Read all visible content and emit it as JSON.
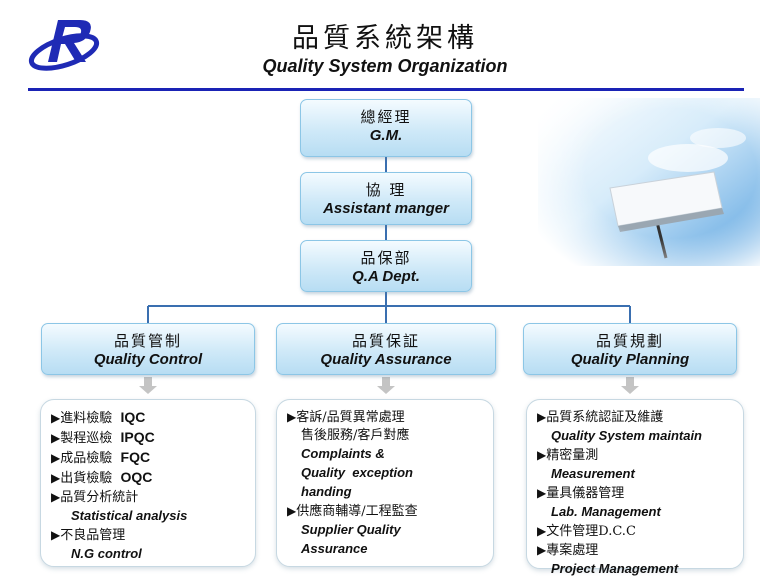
{
  "header": {
    "title_zh": "品質系統架構",
    "title_en": "Quality System Organization"
  },
  "colors": {
    "accent_blue": "#1a23b5",
    "node_border": "#8cc6e6",
    "connector": "#3a6fb0"
  },
  "nodes": {
    "gm": {
      "zh": "總經理",
      "en": "G.M."
    },
    "assistant": {
      "zh": "協 理",
      "en": "Assistant manger"
    },
    "qa_dept": {
      "zh": "品保部",
      "en": "Q.A Dept."
    },
    "qc": {
      "zh": "品質管制",
      "en": "Quality Control"
    },
    "qas": {
      "zh": "品質保証",
      "en": "Quality Assurance"
    },
    "qp": {
      "zh": "品質規劃",
      "en": "Quality Planning"
    }
  },
  "panels": {
    "qc": {
      "items": [
        {
          "marker": "▶",
          "zh": "進料檢驗",
          "en": "IQC"
        },
        {
          "marker": "▶",
          "zh": "製程巡檢",
          "en": "IPQC"
        },
        {
          "marker": "▶",
          "zh": "成品檢驗",
          "en": "FQC"
        },
        {
          "marker": "▶",
          "zh": "出貨檢驗",
          "en": "OQC"
        },
        {
          "marker": "▶",
          "zh": "品質分析統計"
        },
        {
          "en": "Statistical analysis"
        },
        {
          "marker": "▶",
          "zh": "不良品管理"
        },
        {
          "en": "N.G control"
        }
      ]
    },
    "qas": {
      "items": [
        {
          "marker": "▶",
          "zh": "客訴/品質異常處理"
        },
        {
          "zh": "售後服務/客戶對應"
        },
        {
          "en": "Complaints &"
        },
        {
          "en": "Quality  exception"
        },
        {
          "en": "handing"
        },
        {
          "marker": "▶",
          "zh": "供應商輔導/工程監查"
        },
        {
          "en": "Supplier Quality"
        },
        {
          "en": "Assurance"
        }
      ]
    },
    "qp": {
      "items": [
        {
          "marker": "▶",
          "zh": "品質系統認証及維護"
        },
        {
          "en": "Quality System maintain"
        },
        {
          "marker": "▶",
          "zh": "精密量測"
        },
        {
          "en": "Measurement"
        },
        {
          "marker": "▶",
          "zh": "量具儀器管理"
        },
        {
          "en": "Lab. Management"
        },
        {
          "marker": "▶",
          "zh": "文件管理D.C.C"
        },
        {
          "marker": "▶",
          "zh": "專案處理"
        },
        {
          "en": "Project Management"
        }
      ]
    }
  }
}
